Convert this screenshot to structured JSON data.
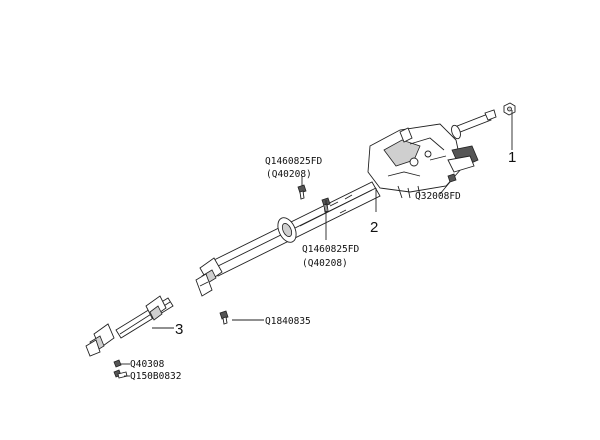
{
  "callouts": {
    "c1": "1",
    "c2": "2",
    "c3": "3"
  },
  "part_labels": {
    "a_code": "Q1460825FD",
    "a_sub": "(Q40208)",
    "b_code": "Q32008FD",
    "c_code": "Q1460825FD",
    "c_sub": "(Q40208)",
    "d_code": "Q1840835",
    "e_code": "Q40308",
    "f_code": "Q150B0832"
  }
}
